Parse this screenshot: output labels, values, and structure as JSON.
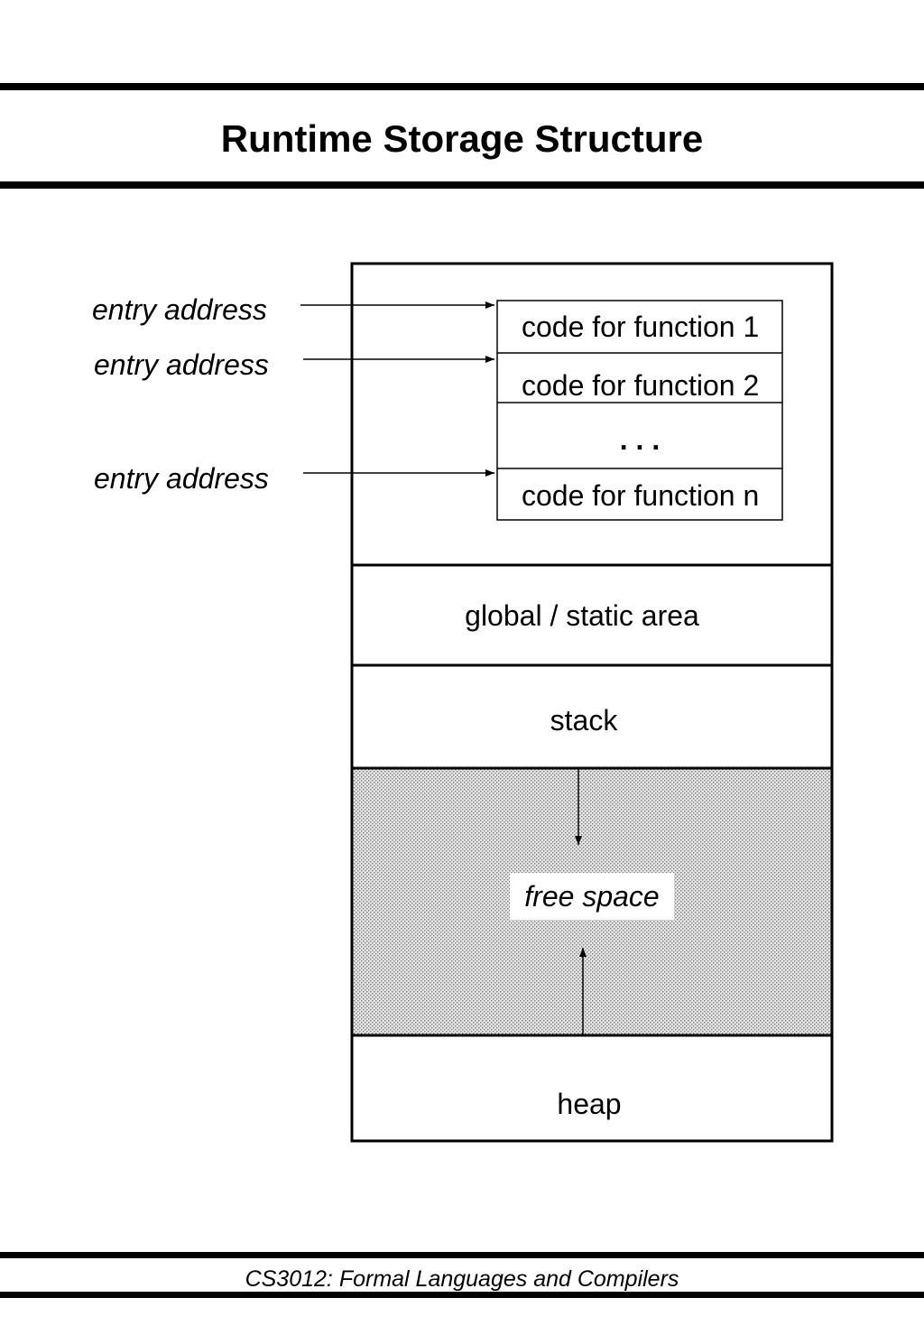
{
  "title": "Runtime Storage Structure",
  "footer": "CS3012: Formal Languages and Compilers",
  "code_area": {
    "entries": [
      {
        "entry_label": "entry address",
        "function_label": "code for function 1"
      },
      {
        "entry_label": "entry address",
        "function_label": "code for function 2"
      },
      {
        "entry_label": "entry address",
        "function_label": "code for function n"
      }
    ],
    "ellipsis": ". . ."
  },
  "regions": {
    "global": "global / static area",
    "stack": "stack",
    "free": "free space",
    "heap": "heap"
  }
}
